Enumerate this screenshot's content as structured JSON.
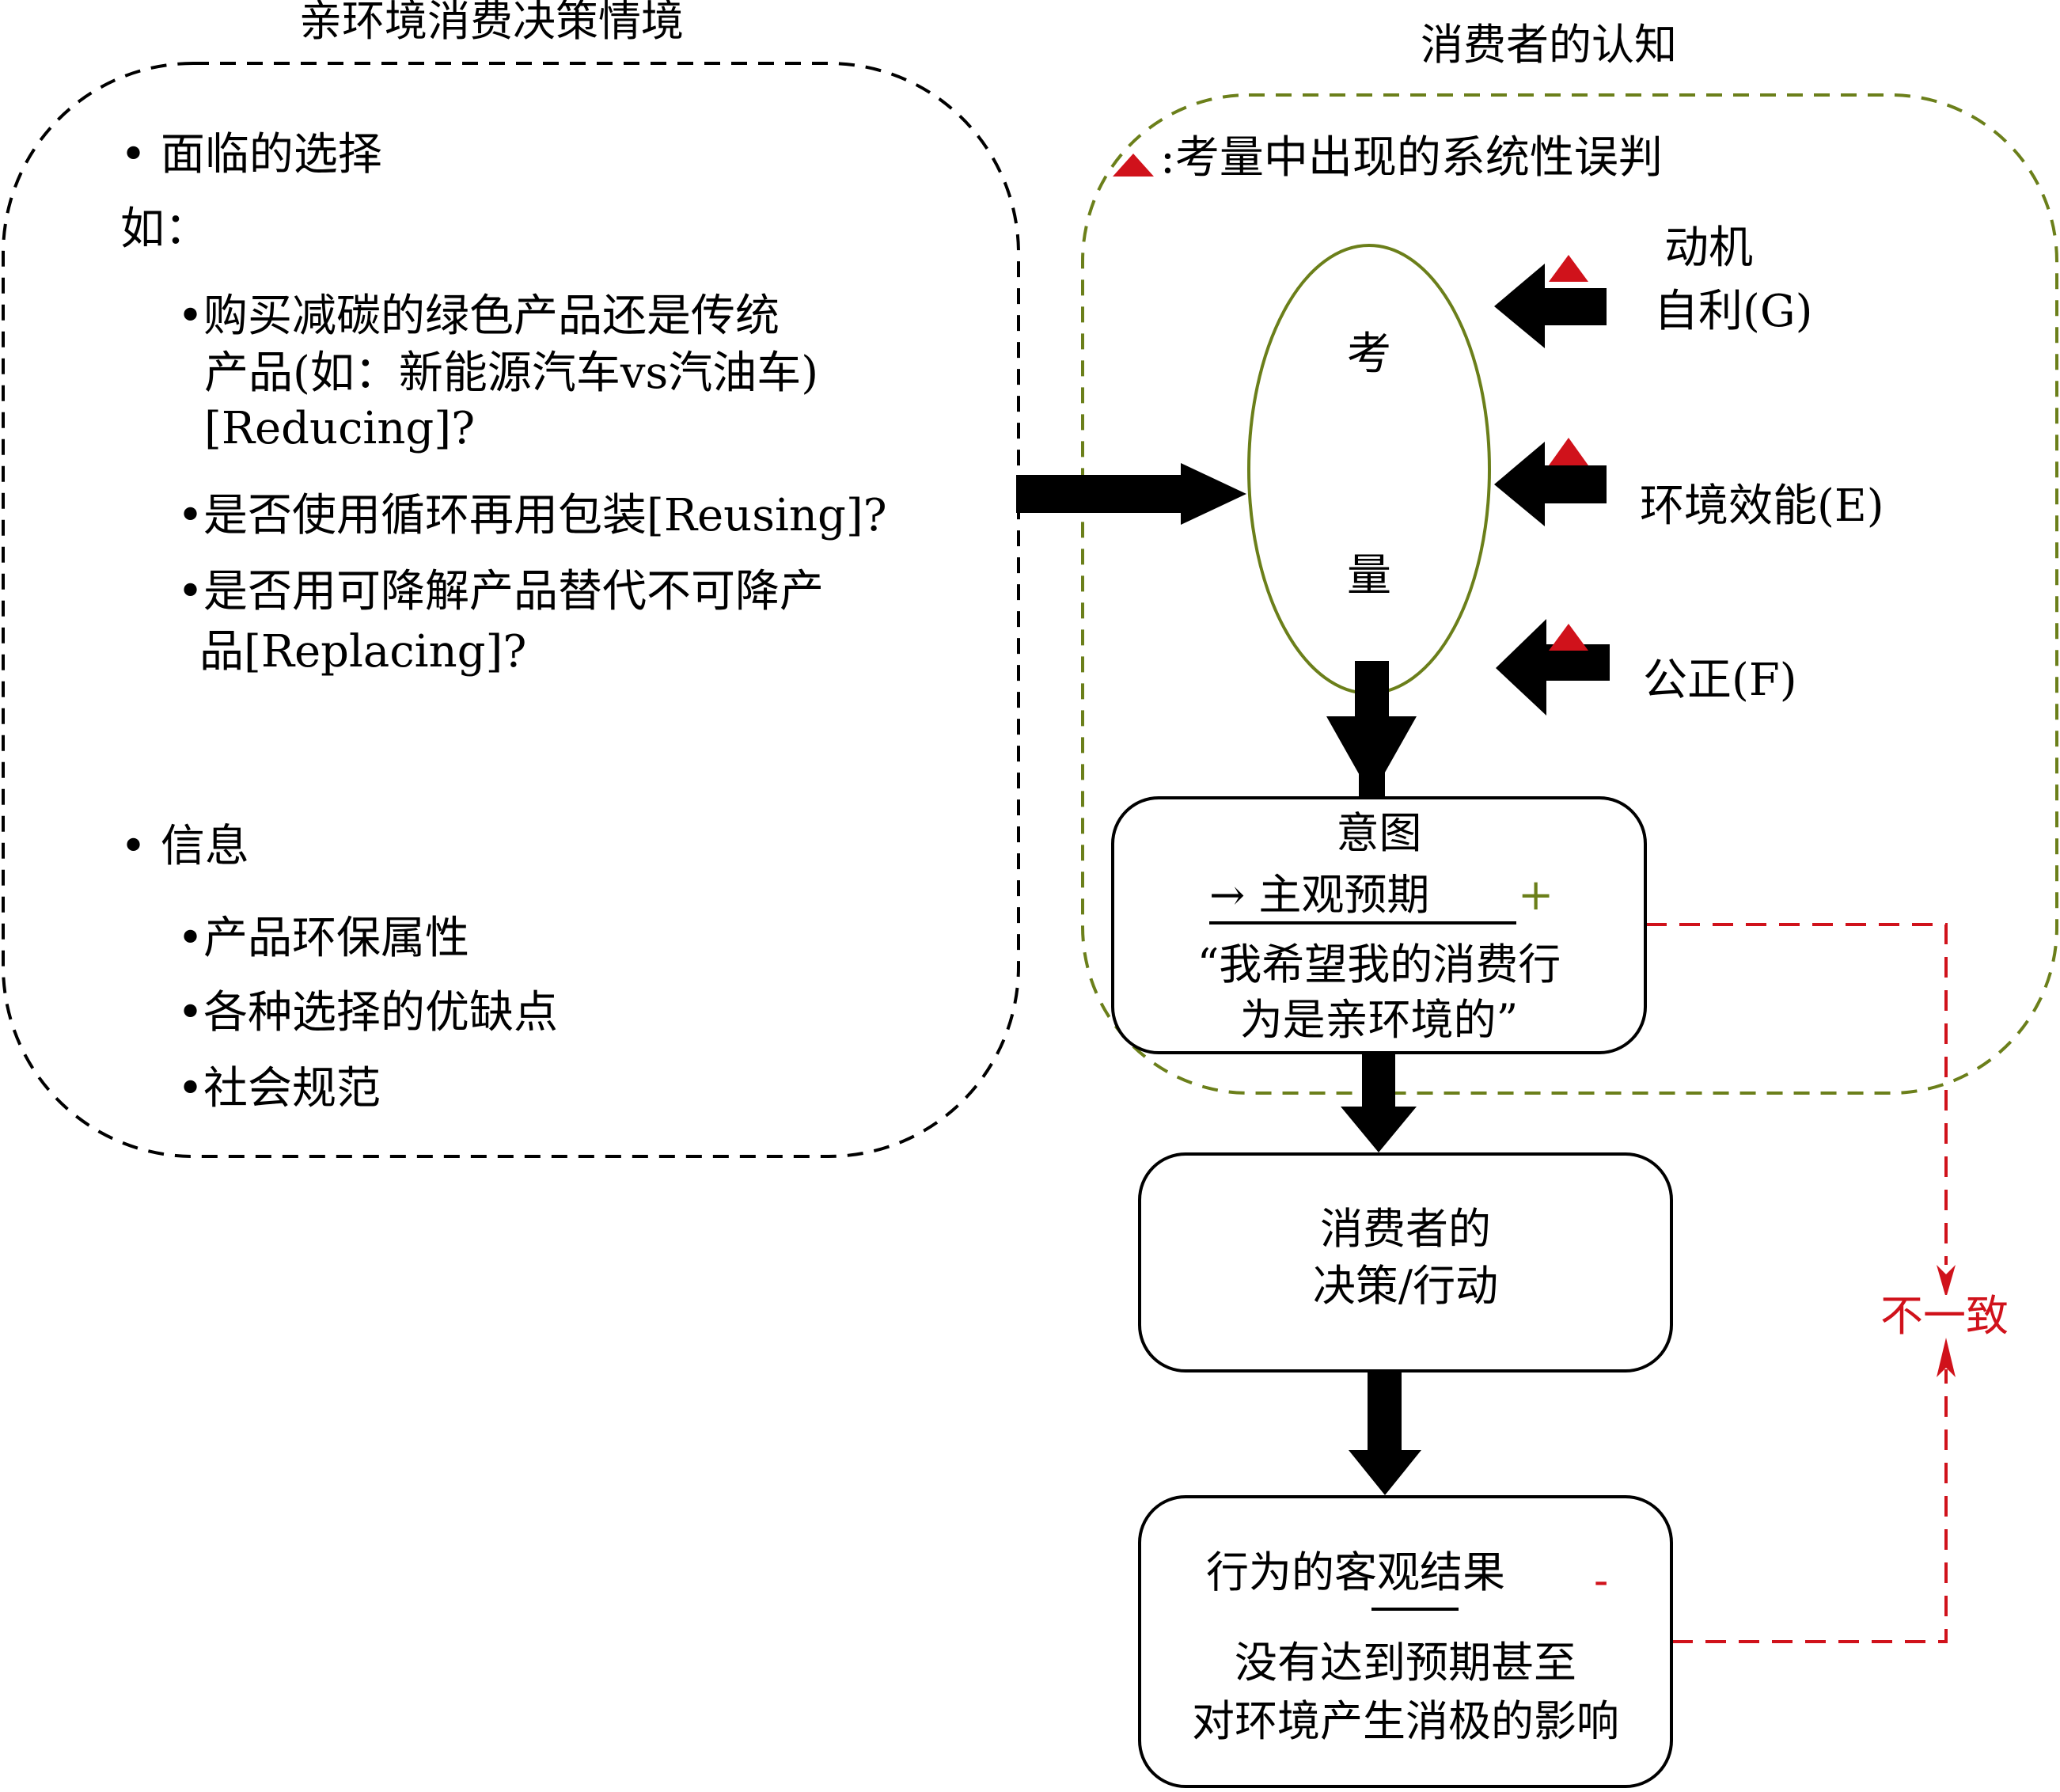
{
  "left_panel": {
    "title": "亲环境消费决策情境",
    "choices_heading": "• 面临的选择",
    "example_label": "如：",
    "choices": [
      {
        "lines": [
          "•购买减碳的绿色产品还是传统",
          "产品(如：新能源汽车vs汽油车)",
          "[Reducing]?"
        ]
      },
      {
        "lines": [
          "•是否使用循环再用包装[Reusing]?"
        ]
      },
      {
        "lines": [
          "•是否用可降解产品替代不可降产",
          "品[Replacing]?"
        ]
      }
    ],
    "info_heading": "• 信息",
    "info_items": [
      "•产品环保属性",
      "•各种选择的优缺点",
      "•社会规范"
    ]
  },
  "right_panel": {
    "title": "消费者的认知",
    "legend": ":考量中出现的系统性误判",
    "consideration": {
      "char1": "考",
      "char2": "量"
    },
    "factors": [
      {
        "line1": "动机",
        "line2": "自利(G)"
      },
      {
        "line1": "环境效能(E)"
      },
      {
        "line1": "公正(F)"
      }
    ],
    "intention": {
      "title": "意图",
      "subtitle": "→ 主观预期",
      "sign": "+",
      "quote_line1": "“我希望我的消费行",
      "quote_line2": "为是亲环境的”"
    }
  },
  "decision": {
    "line1": "消费者的",
    "line2": "决策/行动"
  },
  "outcome": {
    "title": "行为的客观结果",
    "sign": "-",
    "line1": "没有达到预期甚至",
    "line2": "对环境产生消极的影响"
  },
  "mismatch_label": "不一致",
  "colors": {
    "misjudgment": "#d0121b",
    "cognition_border": "#6b7f1a",
    "mismatch": "#d0121b"
  }
}
